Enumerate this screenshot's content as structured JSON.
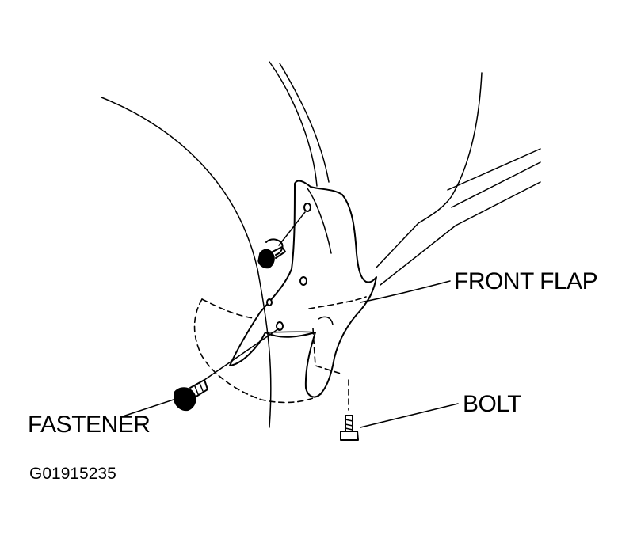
{
  "labels": {
    "front_flap": "FRONT FLAP",
    "bolt": "BOLT",
    "fastener": "FASTENER"
  },
  "figure_id": "G01915235",
  "colors": {
    "ink": "#000000",
    "background": "#ffffff"
  }
}
